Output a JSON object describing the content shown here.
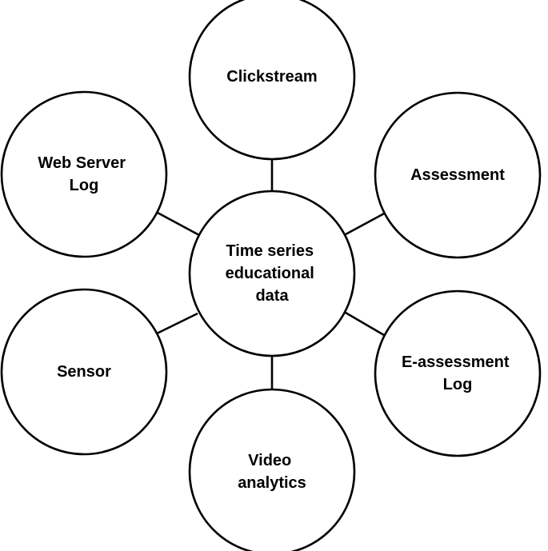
{
  "diagram": {
    "center": {
      "lines": [
        "Time series",
        "educational",
        "data"
      ]
    },
    "nodes": [
      {
        "id": "clickstream",
        "lines": [
          "Clickstream"
        ]
      },
      {
        "id": "assessment",
        "lines": [
          "Assessment"
        ]
      },
      {
        "id": "e-assessment-log",
        "lines": [
          "E-assessment",
          "Log"
        ]
      },
      {
        "id": "video-analytics",
        "lines": [
          "Video",
          "analytics"
        ]
      },
      {
        "id": "sensor",
        "lines": [
          "Sensor"
        ]
      },
      {
        "id": "web-server-log",
        "lines": [
          "Web Server",
          "Log"
        ]
      }
    ]
  }
}
